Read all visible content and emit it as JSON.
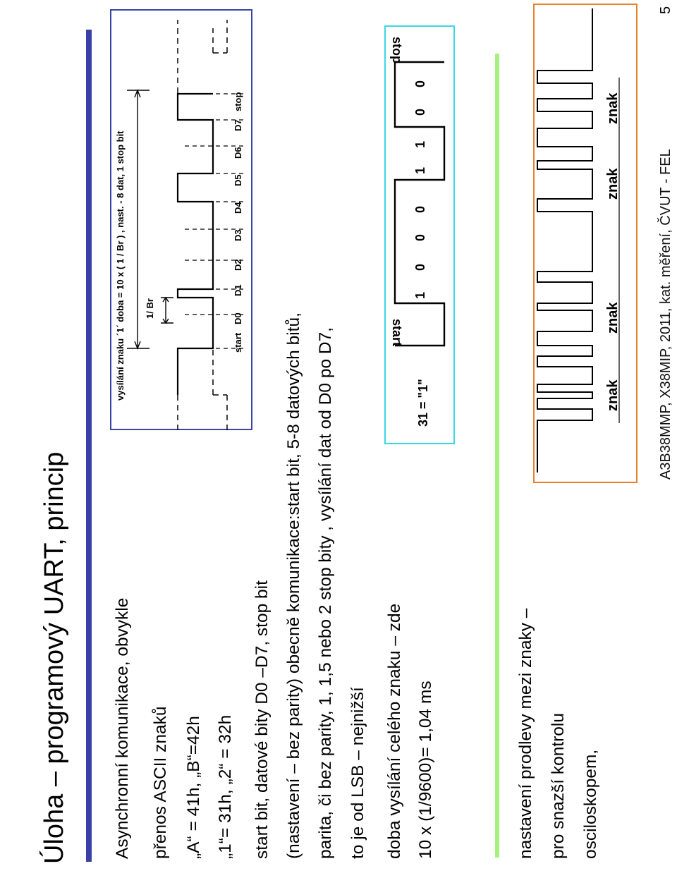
{
  "header": {
    "course": "A3B38MMP, X38MIP, 2011, kat. měření, ČVUT - FEL",
    "page_number": "5"
  },
  "title": "Úloha – programový UART, princip",
  "body_lines": [
    "Asynchronní komunikace, obvykle",
    "přenos ASCII znaků",
    "„A“ = 41h, „B“=42h",
    "„1“= 31h, „2“ = 32h",
    "start bit, datové bity D0 –D7, stop bit",
    "(nastavení – bez parity)  obecně komunikace:start bit,  5-8 datových bitů,",
    "parita, či bez parity,  1, 1,5 nebo 2 stop bity , vysílání dat od D0 po D7,",
    "to je od LSB – nejnižší",
    "doba vysílání celého znaku – zde",
    "10 x (1/9600)= 1,04 ms"
  ],
  "bottom_lines": [
    "nastavení prodlevy mezi znaky –",
    "pro snazší kontrolu",
    "osciloskopem,"
  ],
  "timing_diagram": {
    "caption": "vysílání  znaku ´1´  doba =  10 x ( 1 / Br ) , nast. - 8 dat, 1 stop bit",
    "bit_period_label": "1/ Br",
    "bit_labels": [
      "start",
      "D0",
      "D1",
      "D2",
      "D3",
      "D4",
      "D5",
      "D6",
      "D7",
      "stop"
    ],
    "border_color": "#3a43a8"
  },
  "char_diagram": {
    "label": "31 = \"1\"",
    "start_label": "start",
    "stop_label": "stop",
    "bits": [
      "1",
      "0",
      "0",
      "0",
      "1",
      "1",
      "0",
      "0"
    ],
    "border_color": "#39d8e6"
  },
  "scope_diagram": {
    "labels": [
      "znak",
      "znak",
      "znak",
      "znak"
    ],
    "border_color": "#e8822f"
  },
  "colors": {
    "title_bar": "#3b40a6",
    "separator": "#a6f07e"
  }
}
